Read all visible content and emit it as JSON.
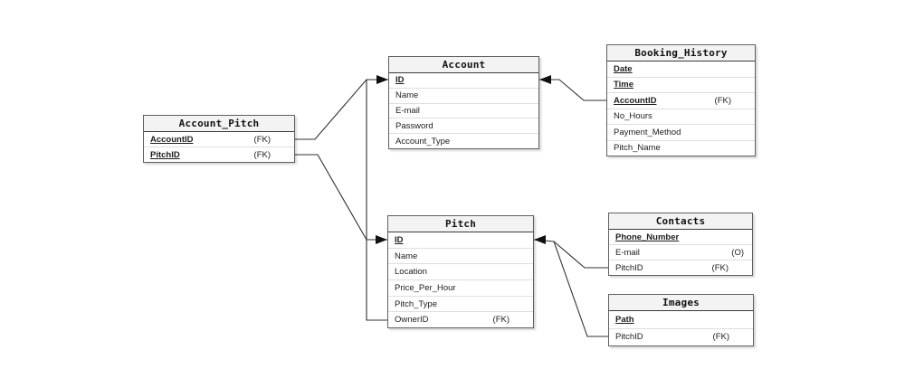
{
  "diagram": {
    "background": "#ffffff",
    "colors": {
      "box_border": "#5f5f5f",
      "header_fill": "#f3f3f3",
      "row_divider": "#dedede",
      "connector_line": "#303030",
      "arrowhead": "#101010",
      "text": "#1c1c1c"
    },
    "entities": [
      {
        "title": "Account_Pitch",
        "rows": [
          {
            "name": "AccountID",
            "key": "(FK)",
            "pk": true
          },
          {
            "name": "PitchID",
            "key": "(FK)",
            "pk": true
          }
        ]
      },
      {
        "title": "Account",
        "rows": [
          {
            "name": "ID",
            "key": "",
            "pk": true
          },
          {
            "name": "Name",
            "key": "",
            "pk": false
          },
          {
            "name": "E-mail",
            "key": "",
            "pk": false
          },
          {
            "name": "Password",
            "key": "",
            "pk": false
          },
          {
            "name": "Account_Type",
            "key": "",
            "pk": false
          }
        ]
      },
      {
        "title": "Booking_History",
        "rows": [
          {
            "name": "Date",
            "key": "",
            "pk": true
          },
          {
            "name": "Time",
            "key": "",
            "pk": true
          },
          {
            "name": "AccountID",
            "key": "(FK)",
            "pk": true
          },
          {
            "name": "No_Hours",
            "key": "",
            "pk": false
          },
          {
            "name": "Payment_Method",
            "key": "",
            "pk": false
          },
          {
            "name": "Pitch_Name",
            "key": "",
            "pk": false
          }
        ]
      },
      {
        "title": "Pitch",
        "rows": [
          {
            "name": "ID",
            "key": "",
            "pk": true
          },
          {
            "name": "Name",
            "key": "",
            "pk": false
          },
          {
            "name": "Location",
            "key": "",
            "pk": false
          },
          {
            "name": "Price_Per_Hour",
            "key": "",
            "pk": false
          },
          {
            "name": "Pitch_Type",
            "key": "",
            "pk": false
          },
          {
            "name": "OwnerID",
            "key": "(FK)",
            "pk": false
          }
        ]
      },
      {
        "title": "Contacts",
        "rows": [
          {
            "name": "Phone_Number",
            "key": "",
            "pk": true
          },
          {
            "name": "E-mail",
            "key": "(O)",
            "pk": false
          },
          {
            "name": "PitchID",
            "key": "(FK)",
            "pk": false
          }
        ]
      },
      {
        "title": "Images",
        "rows": [
          {
            "name": "Path",
            "key": "",
            "pk": true
          },
          {
            "name": "PitchID",
            "key": "(FK)",
            "pk": false
          }
        ]
      }
    ],
    "relationships": [
      {
        "from": "Account_Pitch.AccountID",
        "to": "Account.ID"
      },
      {
        "from": "Pitch.OwnerID",
        "to": "Account.ID"
      },
      {
        "from": "Account_Pitch.PitchID",
        "to": "Pitch.ID"
      },
      {
        "from": "Booking_History.AccountID",
        "to": "Account.ID"
      },
      {
        "from": "Contacts.PitchID",
        "to": "Pitch.ID"
      },
      {
        "from": "Images.PitchID",
        "to": "Pitch.ID"
      }
    ]
  }
}
